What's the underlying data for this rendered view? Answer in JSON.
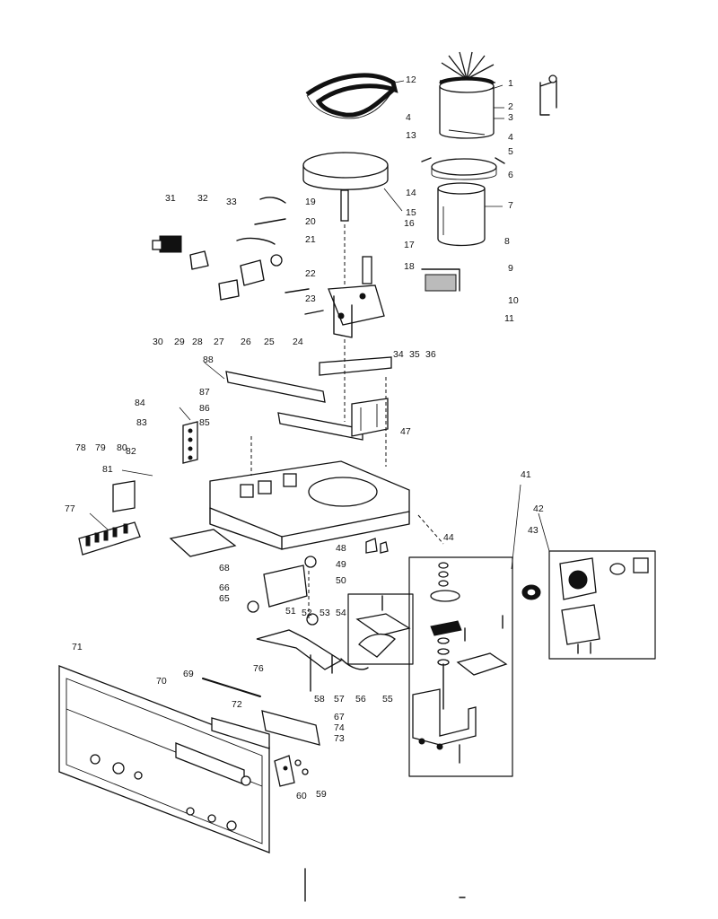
{
  "labels": [
    {
      "id": "1",
      "t": "1"
    },
    {
      "id": "2",
      "t": "2"
    },
    {
      "id": "3",
      "t": "3"
    },
    {
      "id": "4a",
      "t": "4"
    },
    {
      "id": "4b",
      "t": "4"
    },
    {
      "id": "5",
      "t": "5"
    },
    {
      "id": "6",
      "t": "6"
    },
    {
      "id": "7",
      "t": "7"
    },
    {
      "id": "8",
      "t": "8"
    },
    {
      "id": "9",
      "t": "9"
    },
    {
      "id": "10",
      "t": "10"
    },
    {
      "id": "11",
      "t": "11"
    },
    {
      "id": "12",
      "t": "12"
    },
    {
      "id": "13",
      "t": "13"
    },
    {
      "id": "14",
      "t": "14"
    },
    {
      "id": "15",
      "t": "15"
    },
    {
      "id": "16",
      "t": "16"
    },
    {
      "id": "17",
      "t": "17"
    },
    {
      "id": "18",
      "t": "18"
    },
    {
      "id": "19",
      "t": "19"
    },
    {
      "id": "20",
      "t": "20"
    },
    {
      "id": "21",
      "t": "21"
    },
    {
      "id": "22",
      "t": "22"
    },
    {
      "id": "23",
      "t": "23"
    },
    {
      "id": "24",
      "t": "24"
    },
    {
      "id": "25",
      "t": "25"
    },
    {
      "id": "26",
      "t": "26"
    },
    {
      "id": "27",
      "t": "27"
    },
    {
      "id": "28",
      "t": "28"
    },
    {
      "id": "29",
      "t": "29"
    },
    {
      "id": "30",
      "t": "30"
    },
    {
      "id": "31",
      "t": "31"
    },
    {
      "id": "32",
      "t": "32"
    },
    {
      "id": "33",
      "t": "33"
    },
    {
      "id": "34",
      "t": "34"
    },
    {
      "id": "35",
      "t": "35"
    },
    {
      "id": "36",
      "t": "36"
    },
    {
      "id": "41",
      "t": "41"
    },
    {
      "id": "42",
      "t": "42"
    },
    {
      "id": "43",
      "t": "43"
    },
    {
      "id": "44",
      "t": "44"
    },
    {
      "id": "47",
      "t": "47"
    },
    {
      "id": "48",
      "t": "48"
    },
    {
      "id": "49",
      "t": "49"
    },
    {
      "id": "50",
      "t": "50"
    },
    {
      "id": "51",
      "t": "51"
    },
    {
      "id": "52",
      "t": "52"
    },
    {
      "id": "53",
      "t": "53"
    },
    {
      "id": "54",
      "t": "54"
    },
    {
      "id": "55",
      "t": "55"
    },
    {
      "id": "56",
      "t": "56"
    },
    {
      "id": "57",
      "t": "57"
    },
    {
      "id": "58",
      "t": "58"
    },
    {
      "id": "59",
      "t": "59"
    },
    {
      "id": "60",
      "t": "60"
    },
    {
      "id": "65",
      "t": "65"
    },
    {
      "id": "66",
      "t": "66"
    },
    {
      "id": "67",
      "t": "67"
    },
    {
      "id": "68",
      "t": "68"
    },
    {
      "id": "69",
      "t": "69"
    },
    {
      "id": "70",
      "t": "70"
    },
    {
      "id": "71",
      "t": "71"
    },
    {
      "id": "72",
      "t": "72"
    },
    {
      "id": "73",
      "t": "73"
    },
    {
      "id": "74",
      "t": "74"
    },
    {
      "id": "76",
      "t": "76"
    },
    {
      "id": "77",
      "t": "77"
    },
    {
      "id": "78",
      "t": "78"
    },
    {
      "id": "79",
      "t": "79"
    },
    {
      "id": "80",
      "t": "80"
    },
    {
      "id": "81",
      "t": "81"
    },
    {
      "id": "82",
      "t": "82"
    },
    {
      "id": "83",
      "t": "83"
    },
    {
      "id": "84",
      "t": "84"
    },
    {
      "id": "85",
      "t": "85"
    },
    {
      "id": "86",
      "t": "86"
    },
    {
      "id": "87",
      "t": "87"
    },
    {
      "id": "88",
      "t": "88"
    }
  ]
}
